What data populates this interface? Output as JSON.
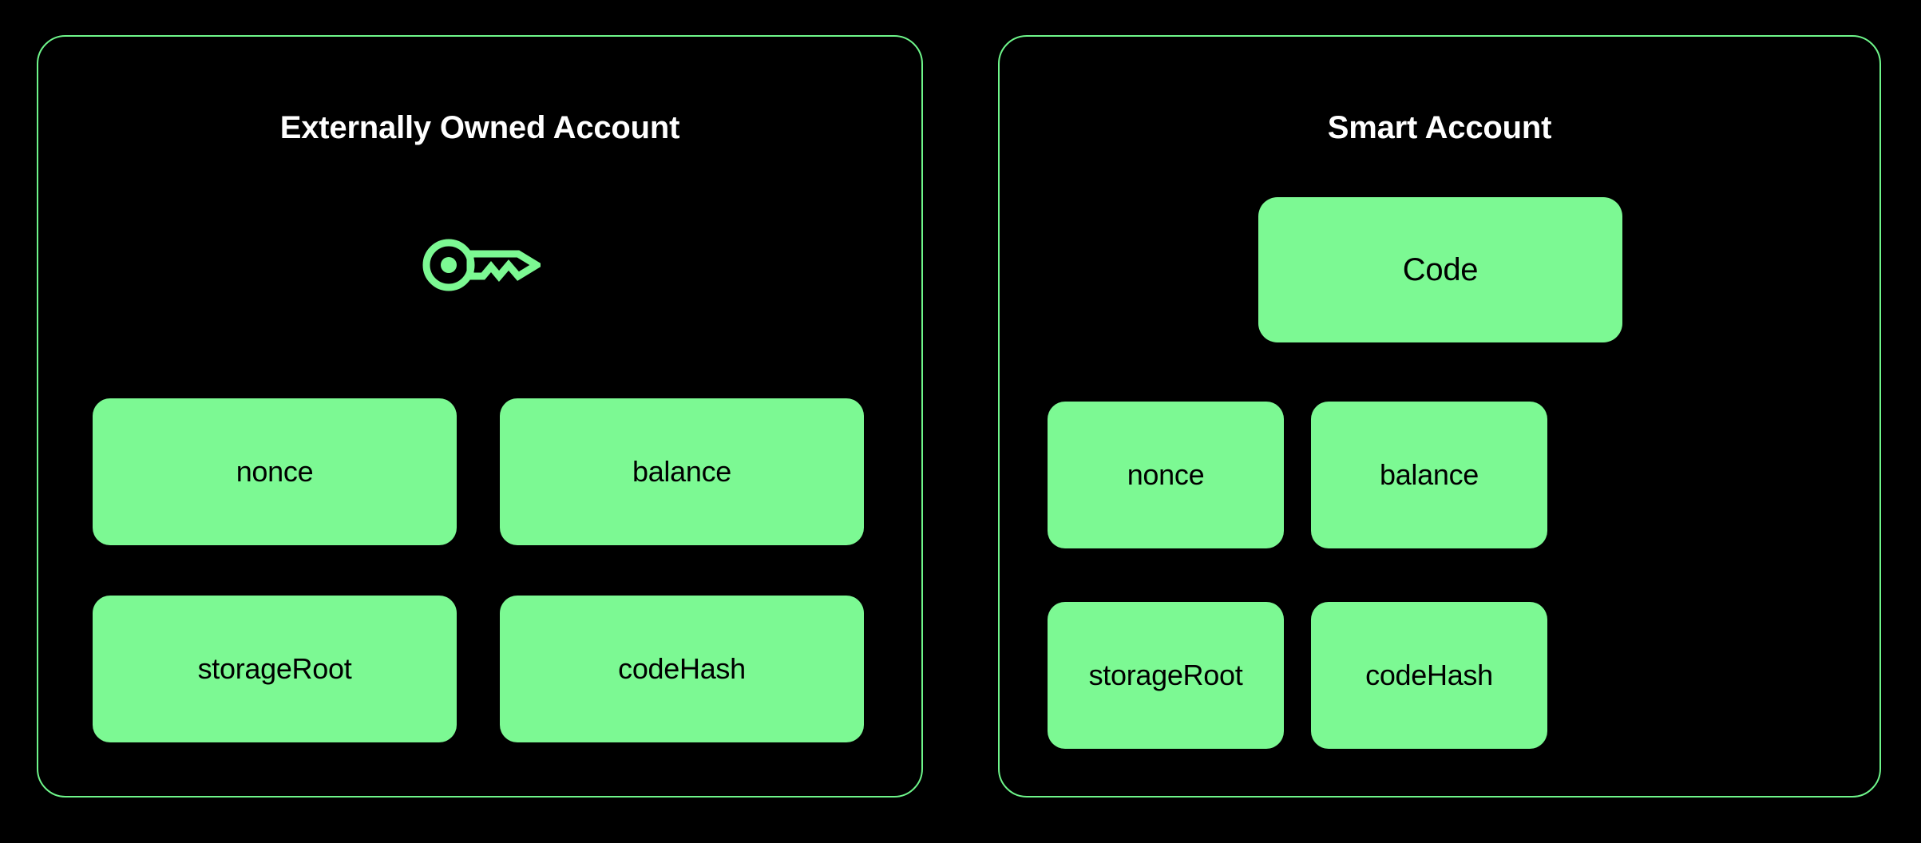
{
  "theme": {
    "background": "#000000",
    "accent_green": "#7CF993",
    "border_green": "#6EF58A",
    "title_color": "#FFFFFF",
    "box_text_color": "#000000"
  },
  "panels": [
    {
      "id": "externally-owned-account",
      "title": "Externally Owned Account",
      "icon": "key-icon",
      "has_code_box": false,
      "attributes": [
        {
          "label": "nonce"
        },
        {
          "label": "balance"
        },
        {
          "label": "storageRoot"
        },
        {
          "label": "codeHash"
        }
      ]
    },
    {
      "id": "smart-account",
      "title": "Smart Account",
      "icon": null,
      "has_code_box": true,
      "code_box": {
        "label": "Code"
      },
      "attributes": [
        {
          "label": "nonce"
        },
        {
          "label": "balance"
        },
        {
          "label": "storageRoot"
        },
        {
          "label": "codeHash"
        }
      ]
    }
  ]
}
